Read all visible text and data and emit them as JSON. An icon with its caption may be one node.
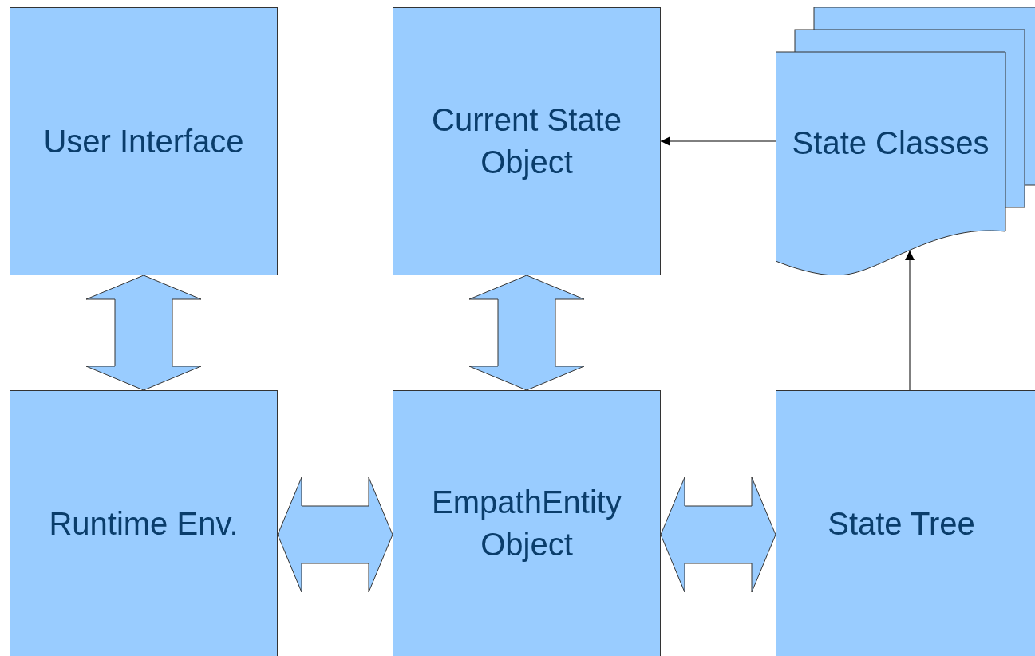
{
  "diagram": {
    "nodes": [
      {
        "text": [
          "User Interface"
        ]
      },
      {
        "text": [
          "Current State Object"
        ]
      },
      {
        "text": [
          "State Classes"
        ]
      },
      {
        "text": [
          "Runtime Env."
        ]
      },
      {
        "text": [
          "EmpathEntity Object"
        ]
      },
      {
        "text": [
          "State Tree"
        ]
      }
    ],
    "edges": [
      {
        "from": 0,
        "to": 3,
        "arrow": "both",
        "style": "thick"
      },
      {
        "from": 1,
        "to": 4,
        "arrow": "both",
        "style": "thick"
      },
      {
        "from": 2,
        "to": 1,
        "arrow": "to"
      },
      {
        "from": 3,
        "to": 4,
        "arrow": "both",
        "style": "thick"
      },
      {
        "from": 4,
        "to": 5,
        "arrow": "both",
        "style": "thick"
      },
      {
        "from": 5,
        "to": 2,
        "arrow": "to"
      }
    ]
  }
}
